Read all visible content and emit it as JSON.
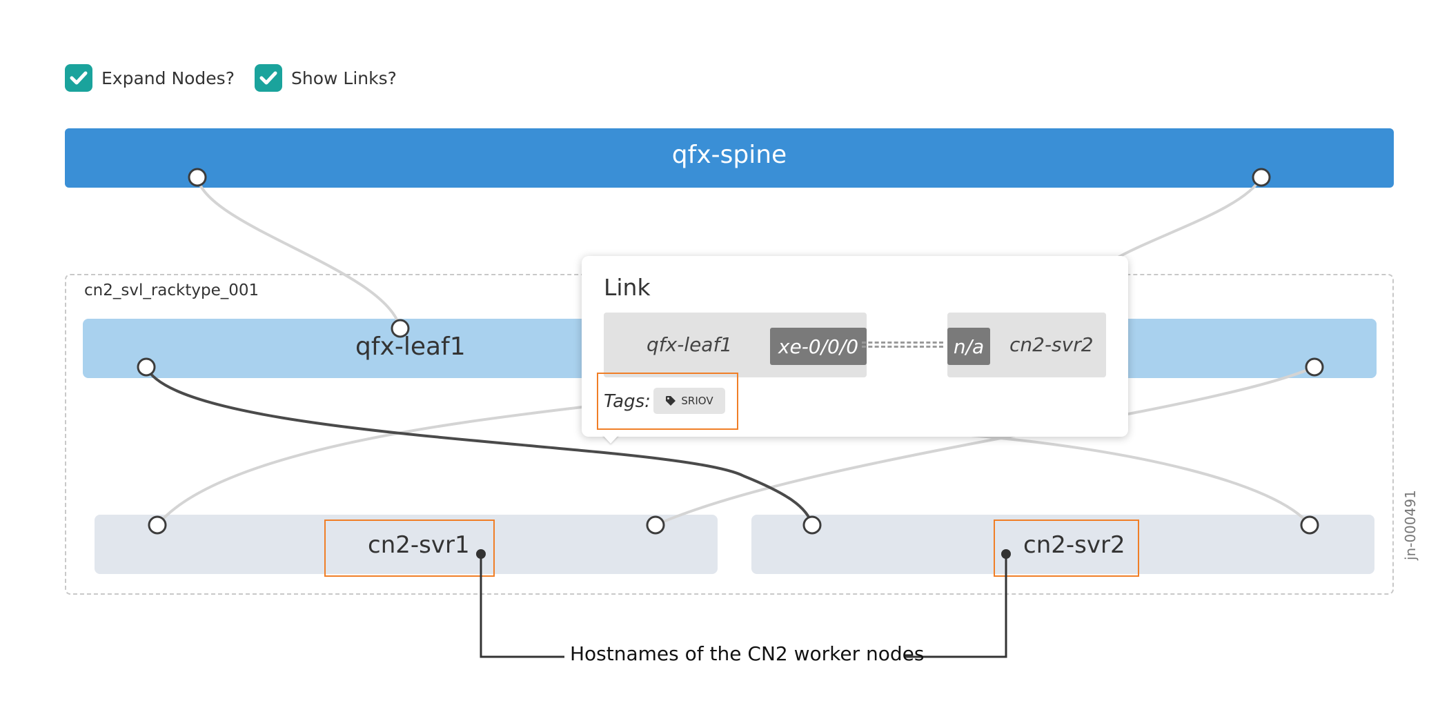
{
  "controls": {
    "expand_nodes_label": "Expand Nodes?",
    "show_links_label": "Show Links?",
    "expand_nodes_checked": true,
    "show_links_checked": true
  },
  "topology": {
    "spine_label": "qfx-spine",
    "rack_label": "cn2_svl_racktype_001",
    "leaf_label": "qfx-leaf1",
    "servers": [
      "cn2-svr1",
      "cn2-svr2"
    ]
  },
  "popup": {
    "title": "Link",
    "endpoint_a": {
      "name": "qfx-leaf1",
      "port": "xe-0/0/0"
    },
    "endpoint_b": {
      "name": "cn2-svr2",
      "port": "n/a"
    },
    "tags_label": "Tags:",
    "tags": [
      "SRIOV"
    ]
  },
  "annotation": {
    "callout": "Hostnames of the CN2 worker nodes",
    "figure_id": "jn-000491"
  },
  "colors": {
    "checkbox": "#1aa39c",
    "spine": "#3a8fd6",
    "leaf": "#a9d1ee",
    "server": "#e1e6ed",
    "highlight": "#f07e26"
  }
}
